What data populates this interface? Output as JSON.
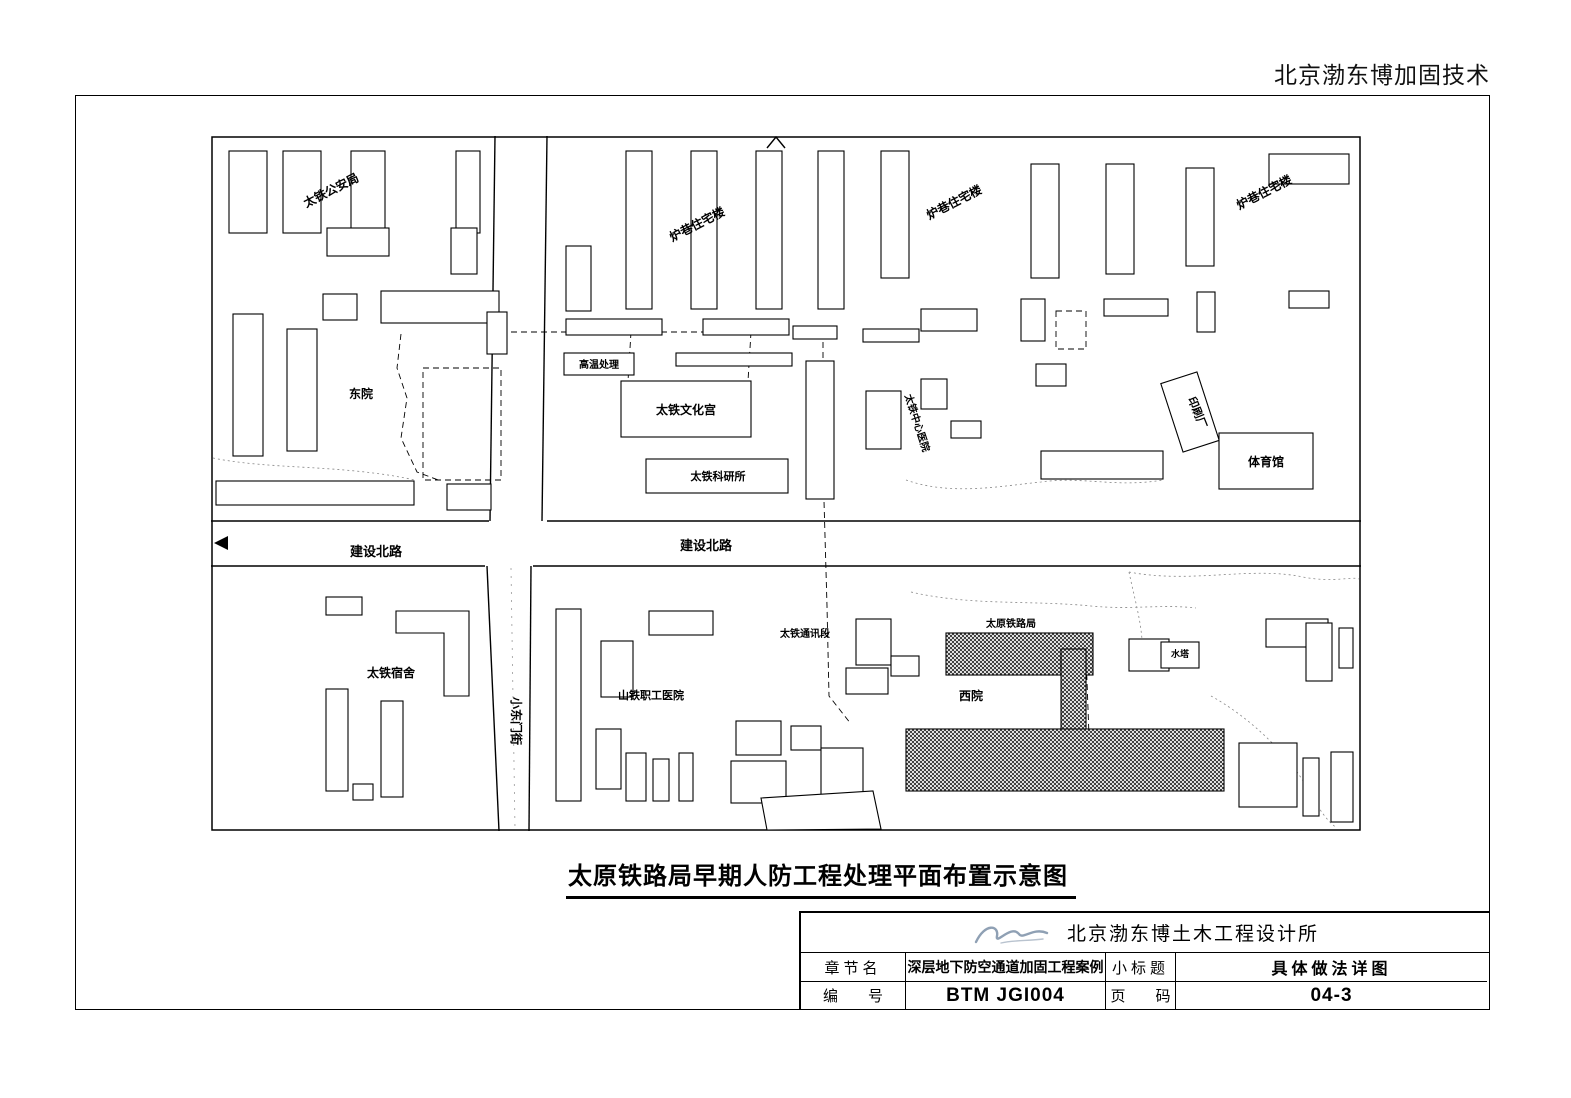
{
  "page": {
    "watermark": "北京渤东博加固技术",
    "drawing_title": "太原铁路局早期人防工程处理平面布置示意图"
  },
  "map": {
    "roads": {
      "east_west": "建设北路",
      "north_south": "小东门街"
    },
    "labels": {
      "police": "太铁公安局",
      "housing": "炉巷住宅楼",
      "heating": "高温处理",
      "culture": "太铁文化宫",
      "research": "太铁科研所",
      "central_hospital": "太铁中心医院",
      "print_factory": "印刷厂",
      "gym": "体育馆",
      "east_yard": "东院",
      "west_yard": "西院",
      "dorm": "太铁宿舍",
      "worker_hospital": "山铁职工医院",
      "comm_section": "太铁通讯段",
      "railway_bureau": "太原铁路局",
      "water_tower": "水塔"
    }
  },
  "title_block": {
    "company": "北京渤东博土木工程设计所",
    "chapter_label": "章节名",
    "chapter_value": "深层地下防空通道加固工程案例",
    "subtitle_label": "小标题",
    "subtitle_value": "具体做法详图",
    "number_label": "编　　号",
    "number_value": "BTM JGI004",
    "page_label": "页　　码",
    "page_value": "04-3"
  }
}
